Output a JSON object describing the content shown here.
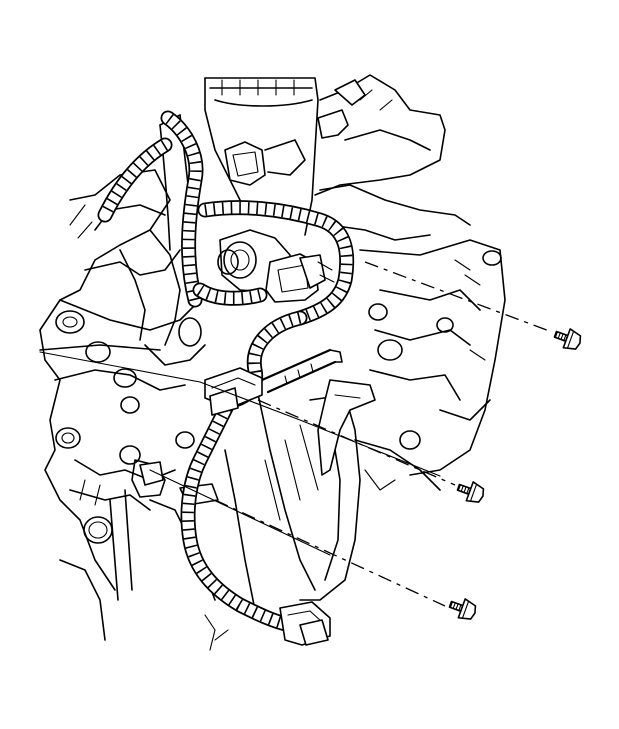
{
  "diagram": {
    "type": "exploded-assembly-line-drawing",
    "fasteners": [
      {
        "id": "bolt-upper",
        "icon": "bolt-icon"
      },
      {
        "id": "bolt-middle",
        "icon": "bolt-icon"
      },
      {
        "id": "bolt-lower",
        "icon": "bolt-icon"
      }
    ],
    "colors": {
      "line": "#000000",
      "background": "#ffffff"
    }
  }
}
